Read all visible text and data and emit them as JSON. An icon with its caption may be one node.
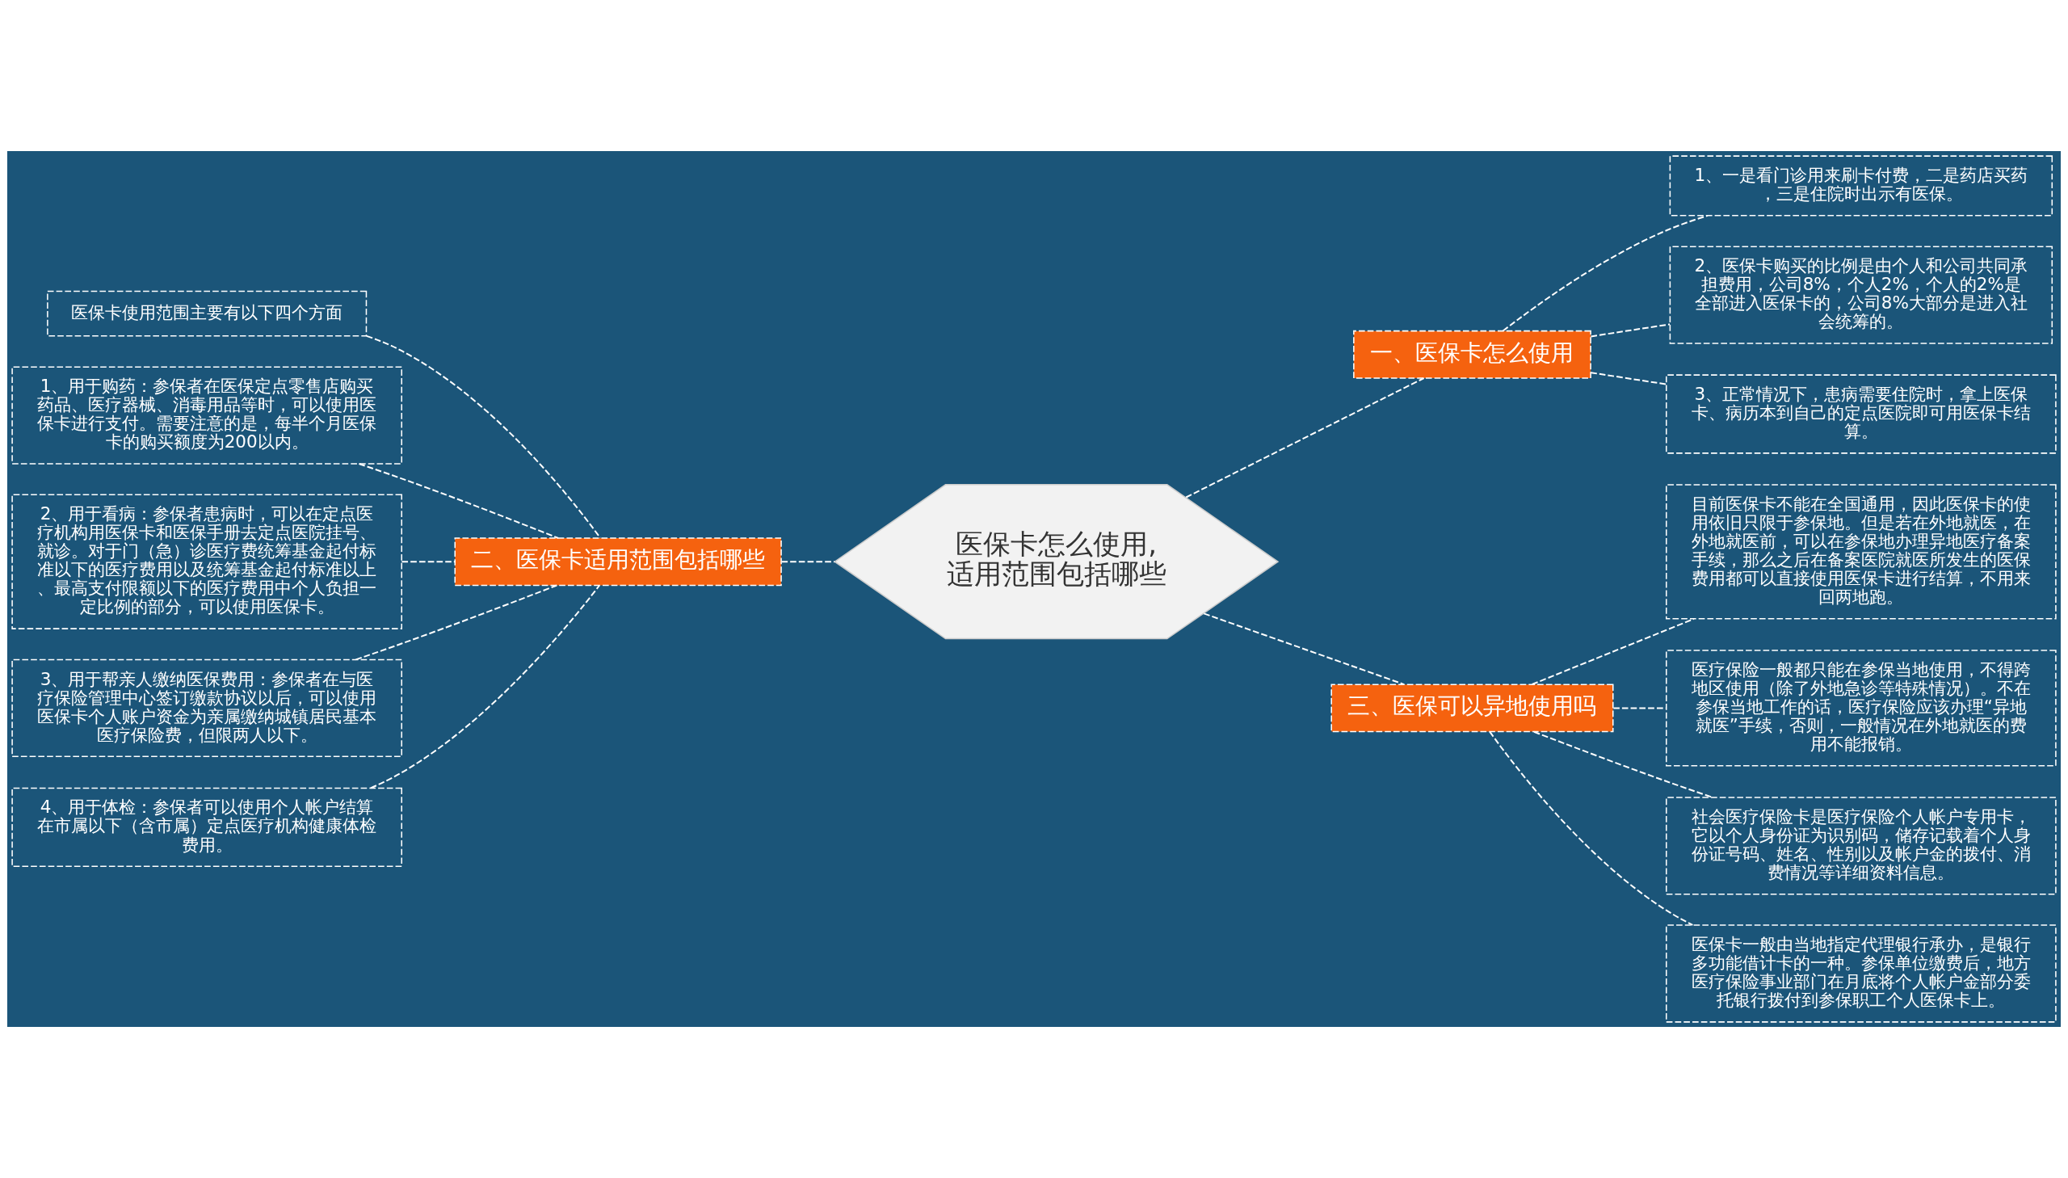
{
  "diagram": {
    "nodes": [
      {
        "text": [
          "医保卡怎么使用,适用范围包括哪些"
        ]
      },
      {
        "text": [
          "一、医保卡怎么使用"
        ]
      },
      {
        "text": [
          "1、一是看门诊用来刷卡付费，二是药店买药，三是住院时出示有医保。"
        ]
      },
      {
        "text": [
          "2、医保卡购买的比例是由个人和公司共同承担费用，公司8%，个人2%，个人的2%是全部进入医保卡的，公司8%大部分是进入社会统筹的。"
        ]
      },
      {
        "text": [
          "3、正常情况下，患病需要住院时，拿上医保卡、病历本到自己的定点医院即可用医保卡结算。"
        ]
      },
      {
        "text": [
          "二、医保卡适用范围包括哪些"
        ]
      },
      {
        "text": [
          "医保卡使用范围主要有以下四个方面"
        ]
      },
      {
        "text": [
          "1、用于购药：参保者在医保定点零售店购买药品、医疗器械、消毒用品等时，可以使用医保卡进行支付。需要注意的是，每半个月医保卡的购买额度为200以内。"
        ]
      },
      {
        "text": [
          "2、用于看病：参保者患病时，可以在定点医疗机构用医保卡和医保手册去定点医院挂号、就诊。对于门（急）诊医疗费统筹基金起付标准以下的医疗费用以及统筹基金起付标准以上、最高支付限额以下的医疗费用中个人负担一定比例的部分，可以使用医保卡。"
        ]
      },
      {
        "text": [
          "3、用于帮亲人缴纳医保费用：参保者在与医疗保险管理中心签订缴款协议以后，可以使用医保卡个人账户资金为亲属缴纳城镇居民基本医疗保险费，但限两人以下。"
        ]
      },
      {
        "text": [
          "4、用于体检：参保者可以使用个人帐户结算在市属以下（含市属）定点医疗机构健康体检费用。"
        ]
      },
      {
        "text": [
          "三、医保可以异地使用吗"
        ]
      },
      {
        "text": [
          "目前医保卡不能在全国通用，因此医保卡的使用依旧只限于参保地。但是若在外地就医，在外地就医前，可以在参保地办理异地医疗备案手续，那么之后在备案医院就医所发生的医保费用都可以直接使用医保卡进行结算，不用来回两地跑。"
        ]
      },
      {
        "text": [
          "医疗保险一般都只能在参保当地使用，不得跨地区使用（除了外地急诊等特殊情况）。不在参保当地工作的话，医疗保险应该办理“异地就医”手续，否则，一般情况在外地就医的费用不能报销。"
        ]
      },
      {
        "text": [
          "社会医疗保险卡是医疗保险个人帐户专用卡，它以个人身份证为识别码，储存记载着个人身份证号码、姓名、性别以及帐户金的拨付、消费情况等详细资料信息。"
        ]
      },
      {
        "text": [
          "医保卡一般由当地指定代理银行承办，是银行多功能借计卡的一种。参保单位缴费后，地方医疗保险事业部门在月底将个人帐户金部分委托银行拨付到参保职工个人医保卡上。"
        ]
      }
    ],
    "edges": [
      {
        "from": 0,
        "to": 1,
        "arrow": "none",
        "style": "dashed"
      },
      {
        "from": 1,
        "to": 2,
        "arrow": "none",
        "style": "dashed"
      },
      {
        "from": 1,
        "to": 3,
        "arrow": "none",
        "style": "dashed"
      },
      {
        "from": 1,
        "to": 4,
        "arrow": "none",
        "style": "dashed"
      },
      {
        "from": 0,
        "to": 5,
        "arrow": "none",
        "style": "dashed"
      },
      {
        "from": 5,
        "to": 6,
        "arrow": "none",
        "style": "dashed"
      },
      {
        "from": 5,
        "to": 7,
        "arrow": "none",
        "style": "dashed"
      },
      {
        "from": 5,
        "to": 8,
        "arrow": "none",
        "style": "dashed"
      },
      {
        "from": 5,
        "to": 9,
        "arrow": "none",
        "style": "dashed"
      },
      {
        "from": 5,
        "to": 10,
        "arrow": "none",
        "style": "dashed"
      },
      {
        "from": 0,
        "to": 11,
        "arrow": "none",
        "style": "dashed"
      },
      {
        "from": 11,
        "to": 12,
        "arrow": "none",
        "style": "dashed"
      },
      {
        "from": 11,
        "to": 13,
        "arrow": "none",
        "style": "dashed"
      },
      {
        "from": 11,
        "to": 14,
        "arrow": "none",
        "style": "dashed"
      },
      {
        "from": 11,
        "to": 15,
        "arrow": "none",
        "style": "dashed"
      }
    ]
  }
}
